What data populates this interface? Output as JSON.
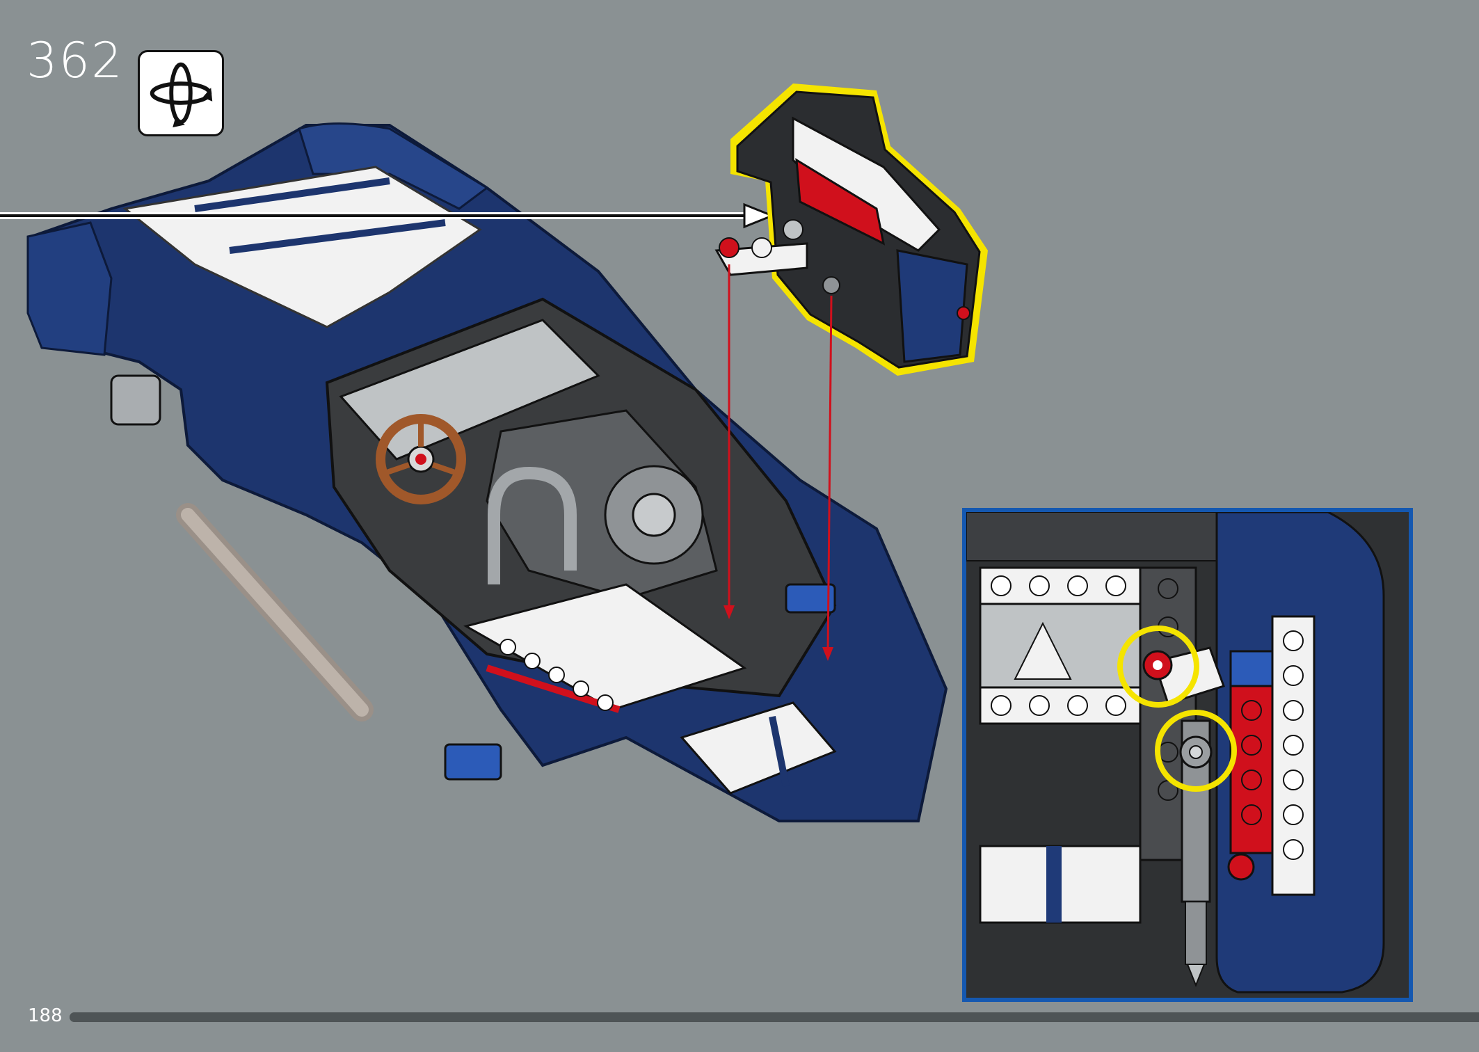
{
  "step": {
    "number": "362"
  },
  "icons": {
    "rotate": "rotate-model-icon"
  },
  "footer": {
    "page_number": "188",
    "progress": 1.0
  },
  "colors": {
    "background": "#8a9193",
    "car_blue": "#1f3a78",
    "stripe_white": "#f2f2f2",
    "brick_red": "#d0101c",
    "highlight_yellow": "#f5e400",
    "callout_border": "#1558b0",
    "guide_line_red": "#d0101c",
    "dark_grey": "#3a3c3e",
    "light_grey": "#bfc3c5"
  }
}
